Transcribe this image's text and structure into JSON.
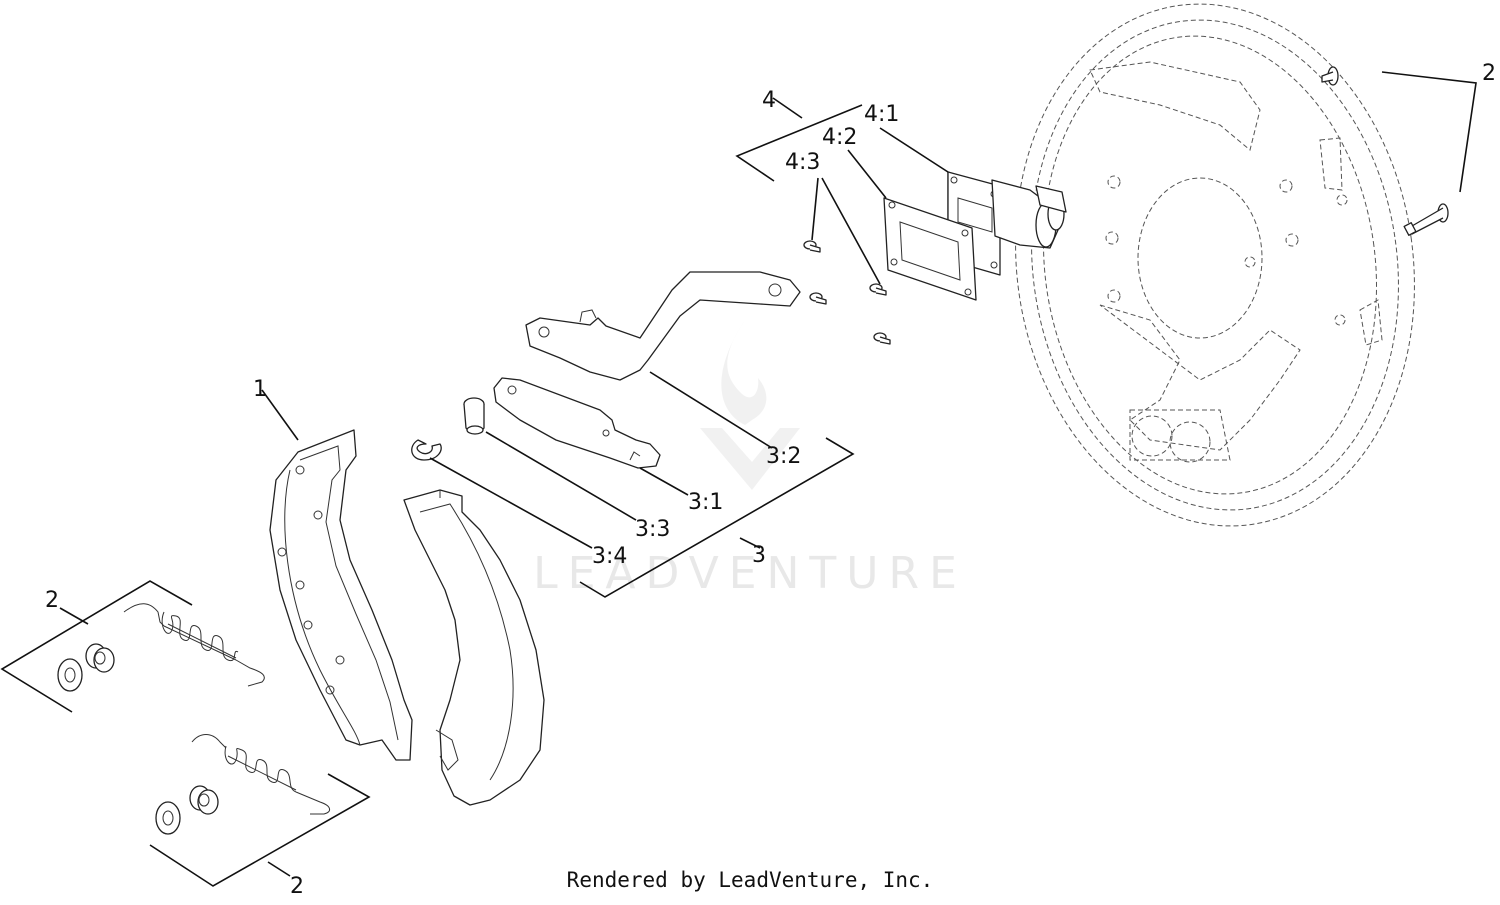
{
  "callouts": {
    "c1": "1",
    "c2_left": "2",
    "c2_bottom": "2",
    "c2_right": "2",
    "c3": "3",
    "c3_1": "3:1",
    "c3_2": "3:2",
    "c3_3": "3:3",
    "c3_4": "3:4",
    "c4": "4",
    "c4_1": "4:1",
    "c4_2": "4:2",
    "c4_3": "4:3"
  },
  "watermark": "LEADVENTURE",
  "footer": "Rendered by LeadVenture, Inc."
}
